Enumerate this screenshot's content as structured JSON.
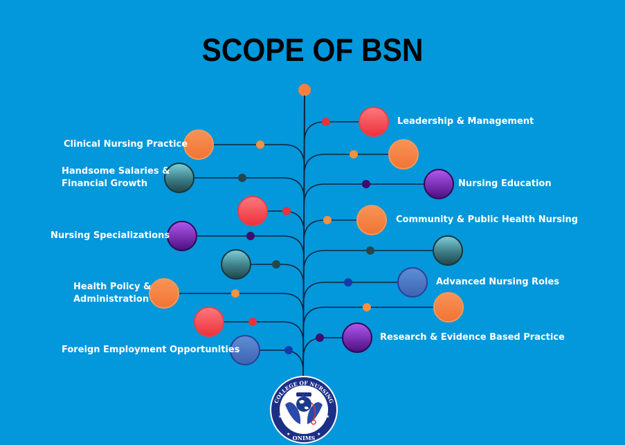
{
  "title": "SCOPE OF BSN",
  "logo": {
    "top_text": "COLLEGE OF NURSING",
    "bottom_text": "ONIMS",
    "icon": "globe-hands-stethoscope-icon"
  },
  "colors": {
    "background": "#0397db",
    "orange": "#f5813f",
    "red": "#f0474f",
    "teal": "#2f5f66",
    "purple": "#6a1fb0",
    "blue": "#4a77c4",
    "stem": "#10243a"
  },
  "branches": [
    {
      "side": "right",
      "color": "red",
      "label": "Leadership & Management"
    },
    {
      "side": "left",
      "color": "orange",
      "label": "Clinical Nursing Practice"
    },
    {
      "side": "right",
      "color": "orange",
      "label": ""
    },
    {
      "side": "left",
      "color": "teal",
      "label": "Handsome Salaries & Financial Growth"
    },
    {
      "side": "right",
      "color": "purple",
      "label": "Nursing Education"
    },
    {
      "side": "left",
      "color": "red",
      "label": ""
    },
    {
      "side": "right",
      "color": "orange",
      "label": "Community & Public Health Nursing"
    },
    {
      "side": "left",
      "color": "purple",
      "label": "Nursing Specializations"
    },
    {
      "side": "right",
      "color": "teal",
      "label": ""
    },
    {
      "side": "left",
      "color": "teal",
      "label": ""
    },
    {
      "side": "right",
      "color": "blue",
      "label": "Advanced Nursing Roles"
    },
    {
      "side": "left",
      "color": "orange",
      "label": "Health Policy & Administration"
    },
    {
      "side": "right",
      "color": "orange",
      "label": ""
    },
    {
      "side": "left",
      "color": "red",
      "label": ""
    },
    {
      "side": "right",
      "color": "purple",
      "label": "Research & Evidence Based Practice"
    },
    {
      "side": "left",
      "color": "blue",
      "label": "Foreign Employment Opportunities"
    }
  ]
}
